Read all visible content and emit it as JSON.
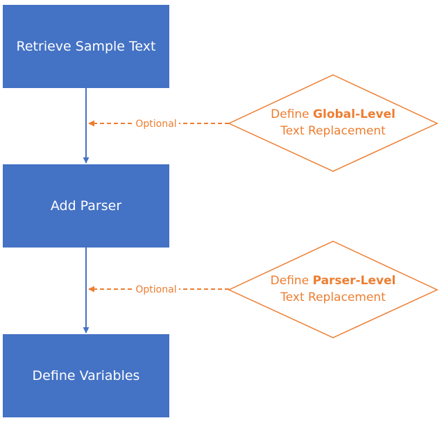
{
  "colors": {
    "box_fill": "#4472c4",
    "box_text": "#ffffff",
    "flow_arrow": "#4472c4",
    "optional_accent": "#ed7d31",
    "background": "#ffffff"
  },
  "process_steps": [
    {
      "label": "Retrieve Sample Text"
    },
    {
      "label": "Add Parser"
    },
    {
      "label": "Define Variables"
    }
  ],
  "optional_steps": [
    {
      "connector_label": "Optional",
      "line1_prefix": "Define ",
      "line1_bold": "Global-Level",
      "line2": "Text Replacement"
    },
    {
      "connector_label": "Optional",
      "line1_prefix": "Define ",
      "line1_bold": "Parser-Level",
      "line2": "Text Replacement"
    }
  ]
}
